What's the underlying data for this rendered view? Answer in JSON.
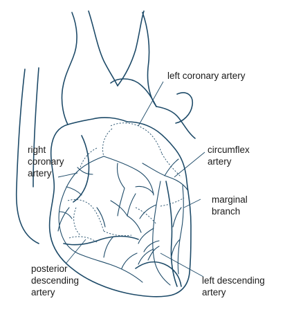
{
  "labels": {
    "left_coronary_artery": "left coronary artery",
    "right_coronary_artery": "right\ncoronary\nartery",
    "circumflex_artery": "circumflex\nartery",
    "marginal_branch": "marginal\nbranch",
    "posterior_descending_artery": "posterior\ndescending\nartery",
    "left_descending_artery": "left descending\nartery"
  },
  "colors": {
    "line": "#1d4a68",
    "text": "#1a1a1a",
    "background": "#ffffff"
  }
}
